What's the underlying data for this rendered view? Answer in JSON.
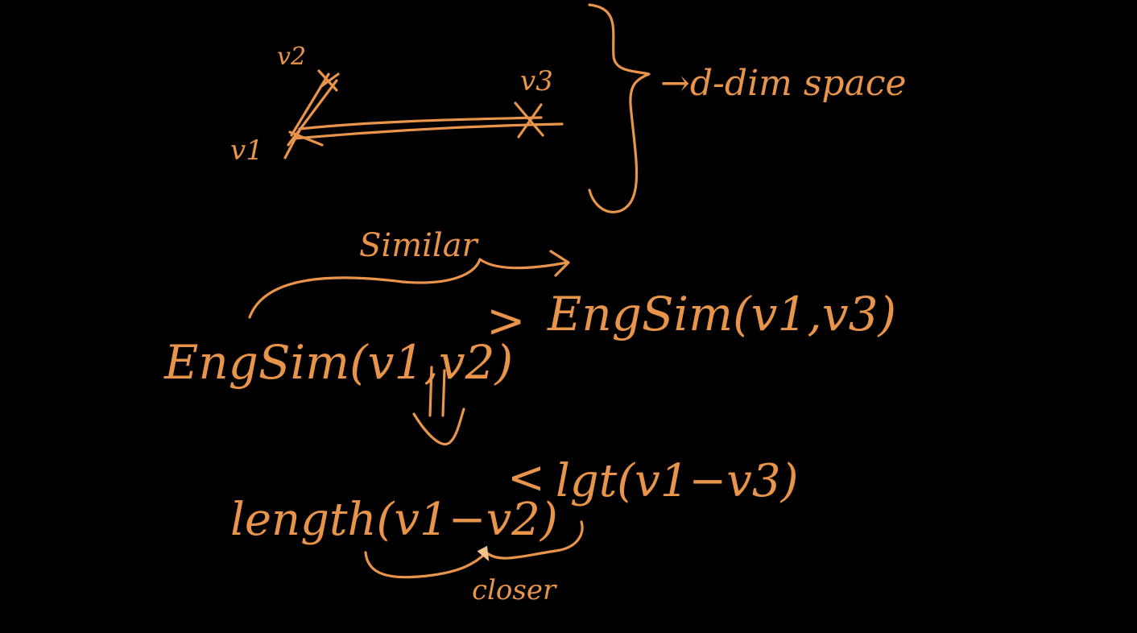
{
  "ink_color": "#e8944a",
  "vectors": {
    "v1_label": "v1",
    "v2_label": "v2",
    "v3_label": "v3"
  },
  "space_label": "→d-dim space",
  "similar_label": "Similar",
  "sim_left": "EngSim(v1,v2)",
  "greater_sign": ">",
  "sim_right": "EngSim(v1,v3)",
  "implies_sign": "⇓",
  "length_left": "length(v1−v2)",
  "less_sign": "<",
  "length_right": "lgt(v1−v3)",
  "closer_label": "closer",
  "cursor_icon": "pen-cursor-icon"
}
